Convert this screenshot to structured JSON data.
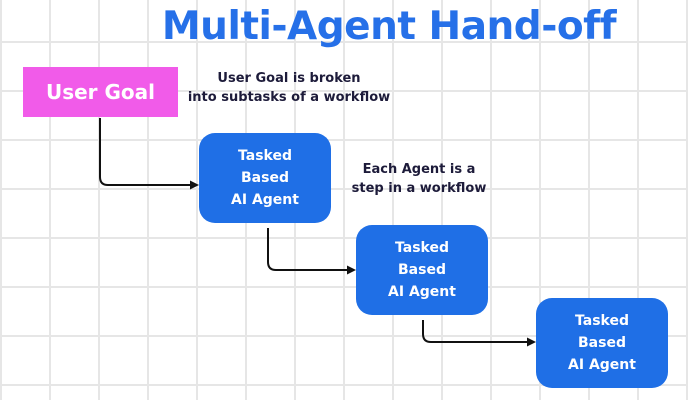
{
  "title": "Multi-Agent Hand-off",
  "user_goal": {
    "label": "User Goal"
  },
  "notes": {
    "goal": [
      "User Goal is broken",
      "into subtasks of a workflow"
    ],
    "agent": [
      "Each Agent  is a",
      "step in a workflow"
    ]
  },
  "agents": [
    {
      "lines": [
        "Tasked",
        "Based",
        "AI Agent"
      ]
    },
    {
      "lines": [
        "Tasked",
        "Based",
        "AI Agent"
      ]
    },
    {
      "lines": [
        "Tasked",
        "Based",
        "AI Agent"
      ]
    }
  ],
  "colors": {
    "title": "#2670e8",
    "user_goal_box": "#f15be9",
    "agent_box": "#1f6fe6",
    "arrow": "#111111",
    "grid": "#e6e6e6"
  }
}
